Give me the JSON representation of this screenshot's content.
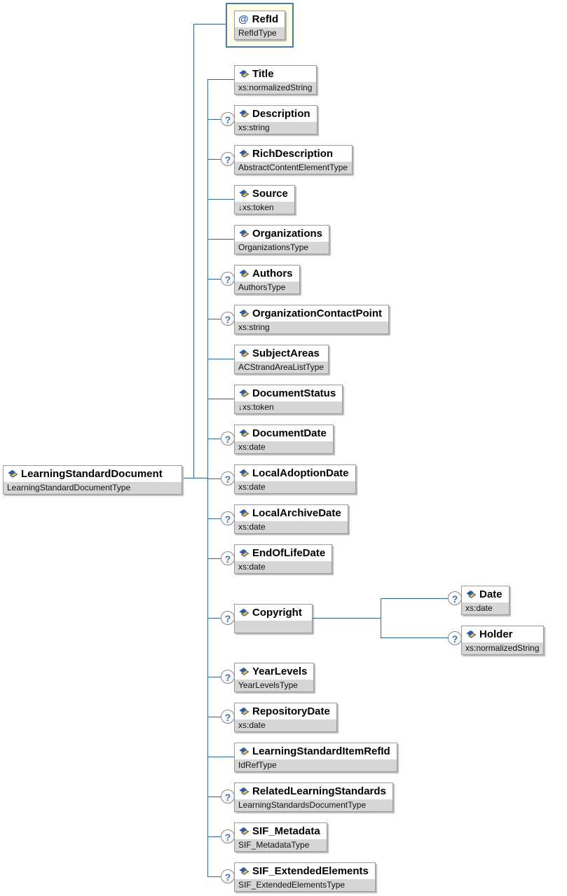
{
  "diagram": {
    "optional_marker": "?",
    "root": {
      "name": "LearningStandardDocument",
      "type": "LearningStandardDocumentType"
    },
    "attribute": {
      "prefix": "@",
      "name": "RefId",
      "type": "RefIdType"
    },
    "children": [
      {
        "name": "Title",
        "type": "xs:normalizedString",
        "optional": false
      },
      {
        "name": "Description",
        "type": "xs:string",
        "optional": true
      },
      {
        "name": "RichDescription",
        "type": "AbstractContentElementType",
        "optional": true
      },
      {
        "name": "Source",
        "type": "↓xs:token",
        "optional": false
      },
      {
        "name": "Organizations",
        "type": "OrganizationsType",
        "optional": false
      },
      {
        "name": "Authors",
        "type": "AuthorsType",
        "optional": true
      },
      {
        "name": "OrganizationContactPoint",
        "type": "xs:string",
        "optional": true
      },
      {
        "name": "SubjectAreas",
        "type": "ACStrandAreaListType",
        "optional": false
      },
      {
        "name": "DocumentStatus",
        "type": "↓xs:token",
        "optional": false
      },
      {
        "name": "DocumentDate",
        "type": "xs:date",
        "optional": true
      },
      {
        "name": "LocalAdoptionDate",
        "type": "xs:date",
        "optional": true
      },
      {
        "name": "LocalArchiveDate",
        "type": "xs:date",
        "optional": true
      },
      {
        "name": "EndOfLifeDate",
        "type": "xs:date",
        "optional": true
      },
      {
        "name": "Copyright",
        "type": "",
        "optional": true
      },
      {
        "name": "YearLevels",
        "type": "YearLevelsType",
        "optional": true
      },
      {
        "name": "RepositoryDate",
        "type": "xs:date",
        "optional": true
      },
      {
        "name": "LearningStandardItemRefId",
        "type": "IdRefType",
        "optional": false
      },
      {
        "name": "RelatedLearningStandards",
        "type": "LearningStandardsDocumentType",
        "optional": true
      },
      {
        "name": "SIF_Metadata",
        "type": "SIF_MetadataType",
        "optional": true
      },
      {
        "name": "SIF_ExtendedElements",
        "type": "SIF_ExtendedElementsType",
        "optional": true
      }
    ],
    "copyright_children": [
      {
        "name": "Date",
        "type": "xs:date",
        "optional": true
      },
      {
        "name": "Holder",
        "type": "xs:normalizedString",
        "optional": true
      }
    ],
    "colors": {
      "connector": "#2f6696",
      "box_border": "#9b9b9b",
      "type_row_bg": "#d6d6d6",
      "attr_frame_bg": "#fefee9",
      "attr_frame_border": "#4a7aa5",
      "icon_blue": "#2d5b9e",
      "icon_yellow": "#f2ba3a"
    }
  }
}
